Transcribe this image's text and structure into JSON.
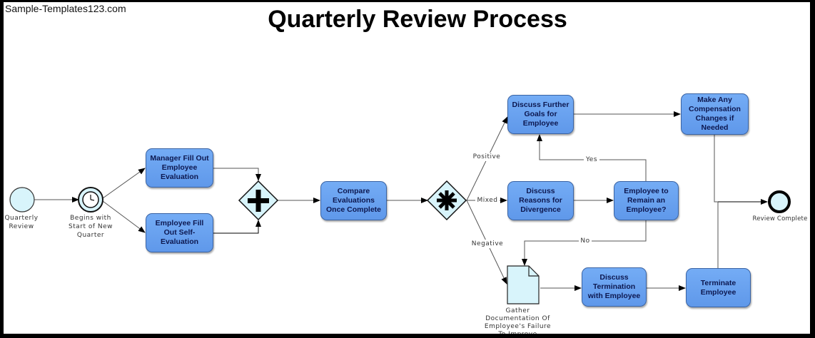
{
  "watermark": "Sample-Templates123.com",
  "title": "Quarterly Review Process",
  "events": {
    "start": "Quarterly Review",
    "timer": "Begins with Start of New Quarter",
    "end": "Review Complete"
  },
  "tasks": {
    "manager_eval": "Manager Fill Out Employee Evaluation",
    "employee_eval": "Employee Fill Out Self-Evaluation",
    "compare": "Compare Evaluations Once Complete",
    "discuss_goals": "Discuss Further Goals for Employee",
    "discuss_reasons": "Discuss Reasons for Divergence",
    "remain_decision": "Employee to Remain an Employee?",
    "compensation": "Make Any Compensation Changes if Needed",
    "discuss_termination": "Discuss Termination with Employee",
    "terminate": "Terminate Employee"
  },
  "document": {
    "label": "Gather Documentation Of Employee's Failure To Improve"
  },
  "gateways": {
    "parallel": "parallel-gateway",
    "complex": "complex-gateway"
  },
  "flow_labels": {
    "positive": "Positive",
    "mixed": "Mixed",
    "negative": "Negative",
    "yes": "Yes",
    "no": "No"
  },
  "colors": {
    "task_fill": "#6aa3f0",
    "task_border": "#3a63a3",
    "task_text": "#0d1850",
    "event_fill": "#d8f4fb",
    "border": "#000000"
  }
}
